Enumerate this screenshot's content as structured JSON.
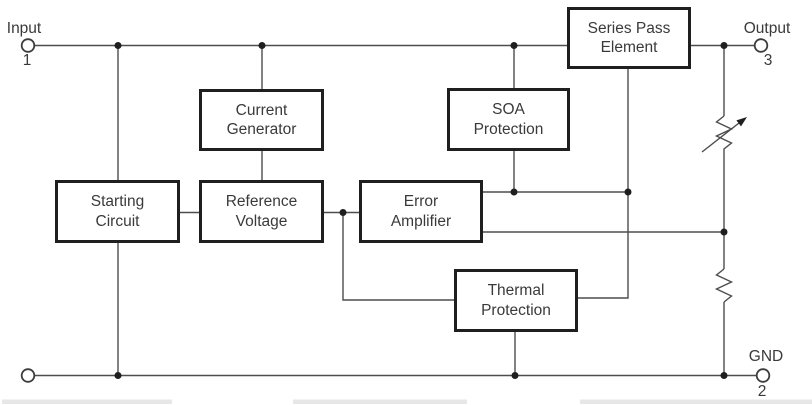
{
  "terminals": {
    "input": {
      "label": "Input",
      "pin": "1"
    },
    "output": {
      "label": "Output",
      "pin": "3"
    },
    "ground": {
      "label": "GND",
      "pin": "2"
    }
  },
  "blocks": {
    "series_pass": {
      "line1": "Series Pass",
      "line2": "Element"
    },
    "current_generator": {
      "line1": "Current",
      "line2": "Generator"
    },
    "soa_protection": {
      "line1": "SOA",
      "line2": "Protection"
    },
    "starting_circuit": {
      "line1": "Starting",
      "line2": "Circuit"
    },
    "reference_voltage": {
      "line1": "Reference",
      "line2": "Voltage"
    },
    "error_amplifier": {
      "line1": "Error",
      "line2": "Amplifier"
    },
    "thermal_protection": {
      "line1": "Thermal",
      "line2": "Protection"
    }
  },
  "components": {
    "adjustable_resistor": "variable-resistor-icon",
    "fixed_resistor": "resistor-icon",
    "junction": "junction-dot",
    "terminal": "open-circle-terminal"
  },
  "colors": {
    "wire": "#4d4d4d",
    "box_border": "#1f1f1f",
    "text": "#3a3a3a",
    "junction_dot": "#1f1f1f",
    "background": "#ffffff",
    "page_edge_bar": "#e7e7e7"
  }
}
